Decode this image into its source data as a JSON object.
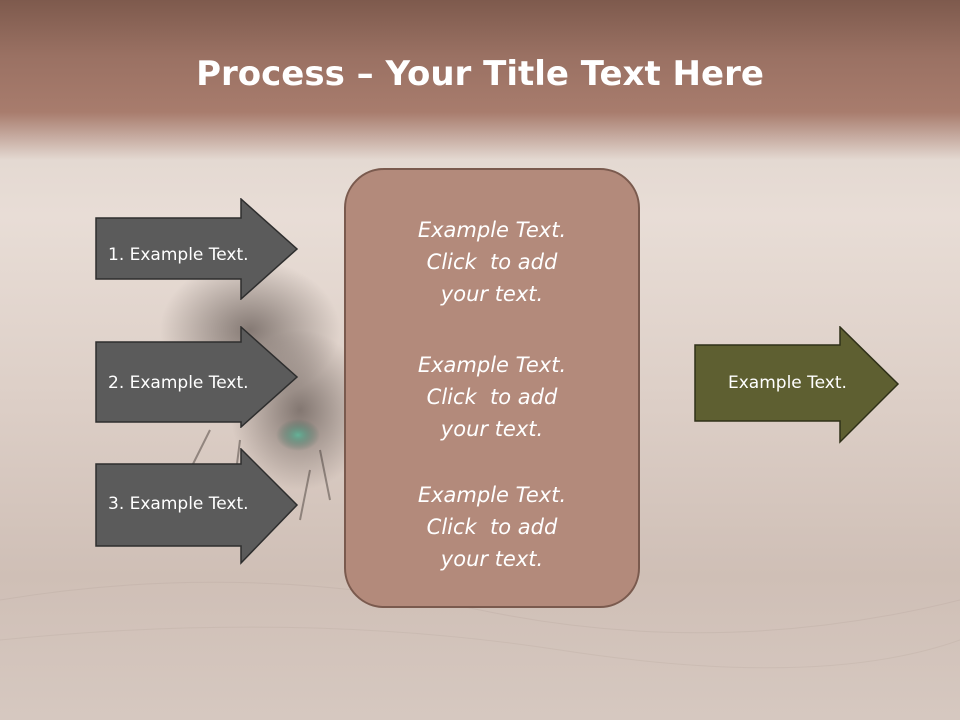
{
  "title": {
    "bold": "Process",
    "rest": " – Your Title Text Here"
  },
  "left_steps": [
    {
      "label": "1. Example Text."
    },
    {
      "label": "2. Example Text."
    },
    {
      "label": "3. Example Text."
    }
  ],
  "center_blocks": [
    {
      "lines": [
        "Example Text.",
        "Click  to add",
        "your text."
      ]
    },
    {
      "lines": [
        "Example Text.",
        "Click  to add",
        "your text."
      ]
    },
    {
      "lines": [
        "Example Text.",
        "Click  to add",
        "your text."
      ]
    }
  ],
  "result": {
    "label": "Example Text."
  },
  "colors": {
    "header": "#9a7163",
    "step_arrow": "#5b5b5b",
    "center_box": "#b38a7b",
    "result_arrow": "#5e5f31",
    "text": "#ffffff"
  }
}
